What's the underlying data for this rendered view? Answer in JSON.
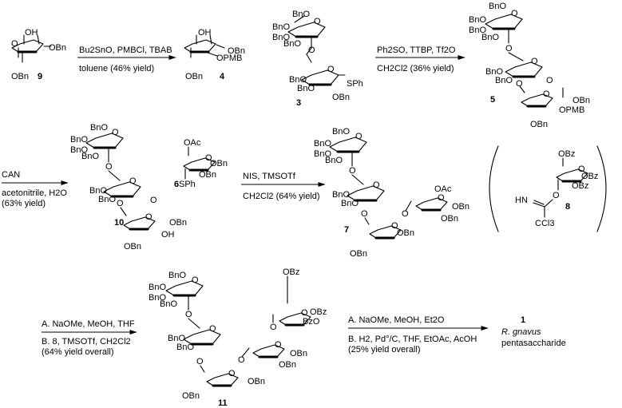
{
  "labels": {
    "OH": "OH",
    "OBn": "OBn",
    "OPMB": "OPMB",
    "BnO": "BnO",
    "SPh": "SPh",
    "OAc": "OAc",
    "OBz": "OBz",
    "BzO": "BzO",
    "HN": "HN",
    "O": "O",
    "CCl3": "CCl3"
  },
  "compounds": {
    "c9": "9",
    "c4": "4",
    "c3": "3",
    "c5": "5",
    "c10": "10",
    "c6": "6",
    "c7": "7",
    "c8": "8",
    "c11": "11",
    "c1": "1"
  },
  "steps": {
    "s1": {
      "above": "Bu2SnO, PMBCl, TBAB",
      "below": "toluene (46% yield)"
    },
    "s2": {
      "above": "Ph2SO, TTBP, Tf2O",
      "below": "CH2Cl2 (36% yield)"
    },
    "s3": {
      "above": "CAN",
      "below1": "acetonitrile, H2O",
      "below2": "(63% yield)"
    },
    "s4": {
      "above": "NIS, TMSOTf",
      "below": "CH2Cl2 (64% yield)"
    },
    "s5": {
      "above": "A. NaOMe, MeOH, THF",
      "below1": "B. 8, TMSOTf, CH2Cl2",
      "below2": "(64% yield overall)"
    },
    "s6": {
      "above": "A. NaOMe, MeOH, Et2O",
      "below1": "B. H2, Pd°/C, THF, EtOAc, AcOH",
      "below2": "(25% yield overall)"
    }
  },
  "product": {
    "name_italic": "R. gnavus",
    "name_rest": "pentasaccharide"
  }
}
